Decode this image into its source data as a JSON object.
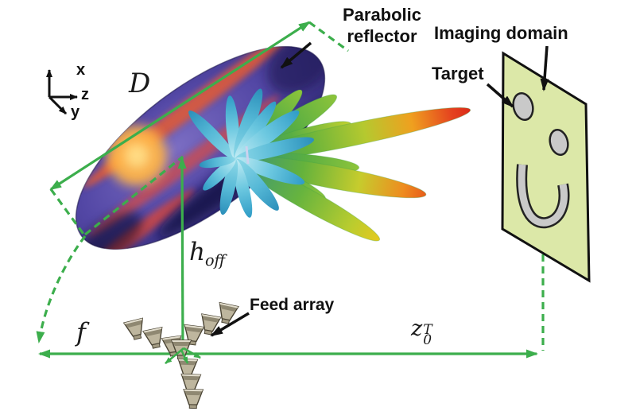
{
  "figure": {
    "title_hint": "Offset parabolic reflector imaging system diagram",
    "labels": {
      "parabolic_reflector": {
        "line1": "Parabolic",
        "line2": "reflector"
      },
      "imaging_domain": "Imaging domain",
      "target": "Target",
      "feed_array": "Feed array",
      "axes": {
        "x": "x",
        "y": "y",
        "z": "z"
      },
      "dim_D": "D",
      "dim_f": "f",
      "h_off": {
        "base": "h",
        "sub": "off"
      },
      "z0T": {
        "base": "z",
        "sub": "0",
        "sup": "T"
      }
    },
    "colors": {
      "annotation_green": "#3cae4c",
      "panel_fill": "#dce8a8",
      "target_gray": "#c9c9c9",
      "dish_purple": "#4c3f9e",
      "dish_streak_orange": "#e05a3c",
      "beam_tip_red": "#dc2a18",
      "beam_cyan": "#5bc0dd",
      "label_black": "#111111"
    }
  }
}
